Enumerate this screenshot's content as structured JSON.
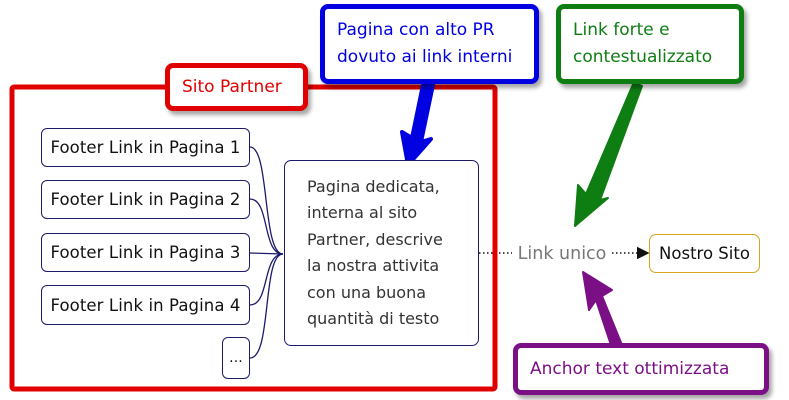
{
  "callouts": {
    "partner": {
      "label": "Sito Partner",
      "color": "#e00000"
    },
    "high_pr": {
      "label": "Pagina con alto PR\ndovuto ai link interni",
      "color": "#0000e0"
    },
    "strong_link": {
      "label": "Link forte e\ncontestualizzato",
      "color": "#0e7d12"
    },
    "anchor": {
      "label": "Anchor text ottimizzata",
      "color": "#7b0f86"
    }
  },
  "footer_links": [
    "Footer Link in Pagina 1",
    "Footer Link in Pagina 2",
    "Footer Link in Pagina 3",
    "Footer Link in Pagina 4",
    "..."
  ],
  "dedicated_page": {
    "text": "Pagina dedicata,\ninterna al sito\nPartner, descrive\nla nostra attivita\ncon una buona\nquantità di testo"
  },
  "link_unico": {
    "label": "Link unico",
    "color": "#777777"
  },
  "nostro_sito": {
    "label": "Nostro Sito",
    "border_color": "#d9a520"
  }
}
